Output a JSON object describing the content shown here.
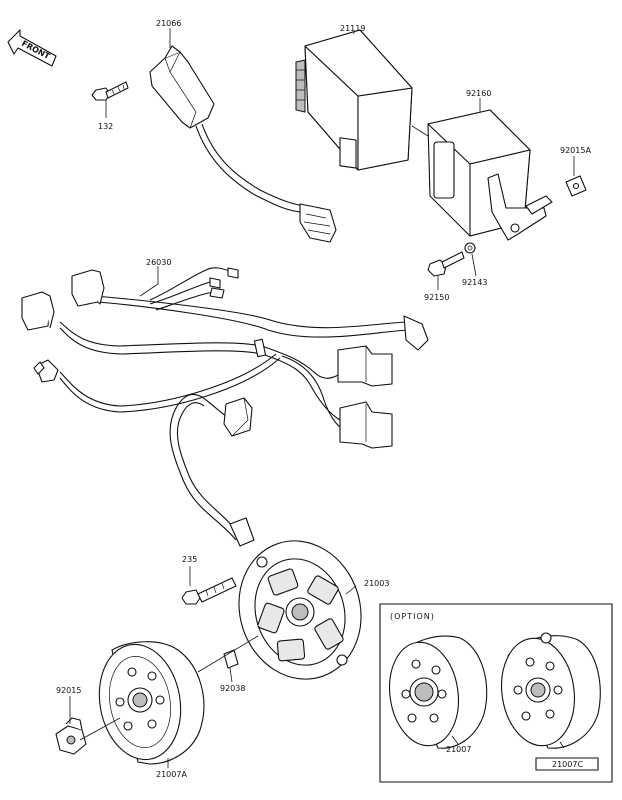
{
  "front_marker": "FRONT",
  "option_box_title": "(OPTION)",
  "labels": {
    "p21066": "21066",
    "p132": "132",
    "p21119": "21119",
    "p92160": "92160",
    "p92015A": "92015A",
    "p92143": "92143",
    "p92150": "92150",
    "p26030": "26030",
    "p235": "235",
    "p21003": "21003",
    "p92038": "92038",
    "p92015": "92015",
    "p21007A": "21007A",
    "p21007": "21007",
    "p21007C": "21007C"
  }
}
